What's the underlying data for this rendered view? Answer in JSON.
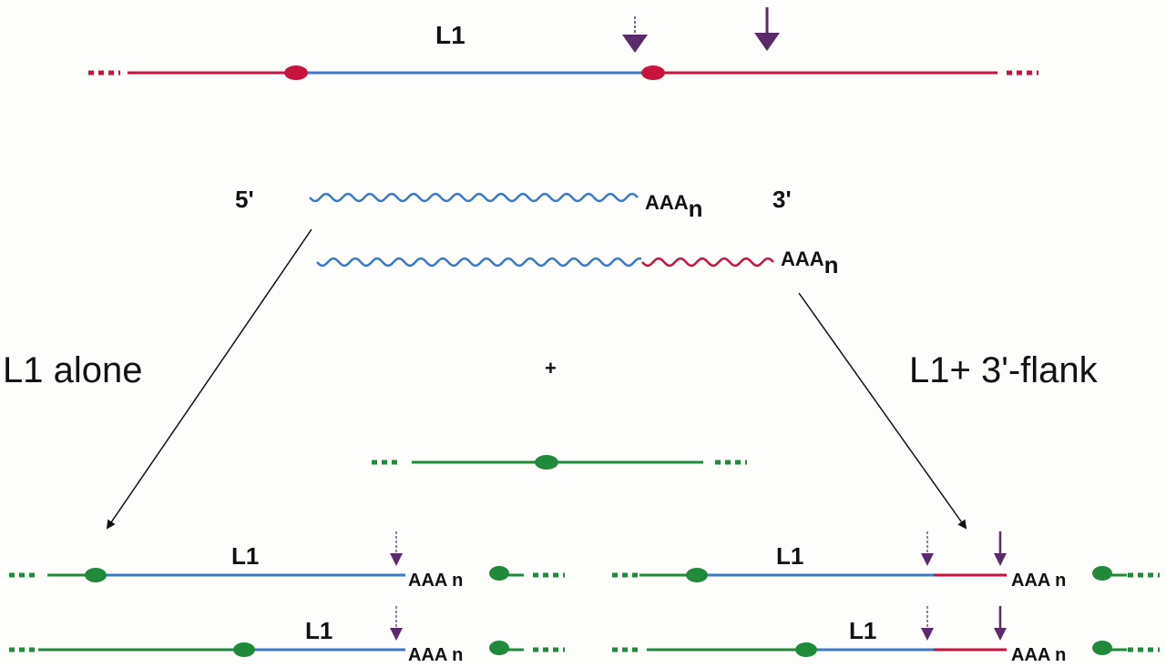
{
  "top": {
    "label": "L1"
  },
  "transcripts": {
    "five_prime": "5'",
    "three_prime": "3'",
    "polyA": "AAA",
    "polyA_sub": "n"
  },
  "routes": {
    "left": "L1 alone",
    "plus": "+",
    "right": "L1+ 3'-flank"
  },
  "products": {
    "label": "L1",
    "polyA": "AAA n"
  },
  "colors": {
    "red": "#c8143c",
    "blue": "#3a78c8",
    "green": "#1e8a3a",
    "arrow": "#5a2a6a"
  }
}
